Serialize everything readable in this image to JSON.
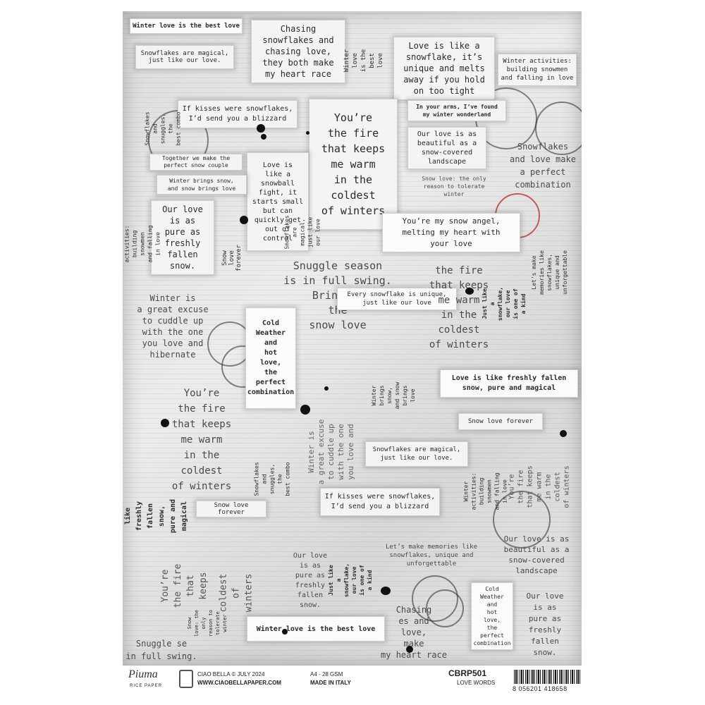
{
  "sheet": {
    "slips": [
      {
        "text": "Winter love is the best love"
      },
      {
        "text": "Snowflakes are magical,\njust like our love."
      },
      {
        "text": "Chasing\nsnowflakes and\nchasing love,\nthey both make\nmy heart race"
      },
      {
        "text": "Love is like a\nsnowflake, it’s\nunique and melts\naway if you hold\non too tight"
      },
      {
        "text": "Winter activities:\nbuilding snowmen\nand falling in love"
      },
      {
        "text": "If kisses were snowflakes,\nI’d send you a blizzard"
      },
      {
        "text": "You’re\nthe fire\nthat keeps\nme warm\nin the\ncoldest\nof winters"
      },
      {
        "text": "In your arms, I’ve found\nmy winter wonderland"
      },
      {
        "text": "Our love is as\nbeautiful as a\nsnow-covered\nlandscape"
      },
      {
        "text": "Snowflakes\nand love make\na perfect\ncombination"
      },
      {
        "text": "Together we make the\nperfect snow couple"
      },
      {
        "text": "Love is\nlike a\nsnowball\nfight, it\nstarts small\nbut can\nquickly get\nout of\ncontrol"
      },
      {
        "text": "Winter brings snow,\nand snow brings love"
      },
      {
        "text": "Snow love: the only\nreason to tolerate\nwinter"
      },
      {
        "text": "Our love\nis as\npure as\nfreshly\nfallen\nsnow."
      },
      {
        "text": "You’re my snow angel,\nmelting my heart with\nyour love"
      },
      {
        "text": "Snuggle season\nis in full swing.\nBring on\nthe\nsnow love"
      },
      {
        "text": "Every snowflake is unique,\njust like our love"
      },
      {
        "text": "Winter is\na great excuse\nto cuddle up\nwith the one\nyou love and\nhibernate"
      },
      {
        "text": "Cold\nWeather\nand\nhot\nlove,\nthe\nperfect\ncombination"
      },
      {
        "text": "the fire\nthat keeps\nme warm\nin the\ncoldest\nof winters"
      },
      {
        "text": "Love is like freshly fallen\nsnow, pure and magical"
      },
      {
        "text": "You’re\nthe fire\nthat keeps\nme warm\nin the\ncoldest\nof winters"
      },
      {
        "text": "Snow love forever"
      },
      {
        "text": "Snowflakes are magical,\njust like our love."
      },
      {
        "text": "Snow love forever"
      },
      {
        "text": "If kisses were snowflakes,\nI’d send you a blizzard"
      },
      {
        "text": "Let’s make memories like\nsnowflakes, unique and\nunforgettable"
      },
      {
        "text": "Our love\nis as\npure as\nfreshly\nfallen\nsnow."
      },
      {
        "text": "Our love is as\nbeautiful as a\nsnow-covered\nlandscape"
      },
      {
        "text": "Cold\nWeather\nand\nhot\nlove,\nthe\nperfect\ncombination"
      },
      {
        "text": "Our love\nis as\npure as\nfreshly\nfallen\nsnow."
      },
      {
        "text": "Winter love is the best love"
      },
      {
        "text": "Chasing\nes and\nlove,\nmake\nmy heart race"
      },
      {
        "text": "Snuggle se\nin full swing."
      }
    ],
    "vertical": [
      {
        "text": "Winter love\nis the best love"
      },
      {
        "text": "Snowflakes\nand\nsnuggles, the\nbest combo"
      },
      {
        "text": "Winter activities:\nbuilding snowmen\nand falling in love"
      },
      {
        "text": "Snow love forever"
      },
      {
        "text": "Snowflakes are magical,\njust like our love"
      },
      {
        "text": "Just like a\nsnowflake,\nour love\nis one of a kind"
      },
      {
        "text": "Let’s make memories like\nsnowflakes, unique and\nunforgettable"
      },
      {
        "text": "Winter brings snow,\nand snow brings love"
      },
      {
        "text": "Snowflakes and\nsnuggles, the\nbest combo"
      },
      {
        "text": "Winter is\na great excuse\nto cuddle up\nwith the one\nyou love and"
      },
      {
        "text": "Love is like freshly fallen\nsnow, pure and magical"
      },
      {
        "text": "You’re\nthe fire\nthat keeps"
      },
      {
        "text": "Snow love: the only\nreason to tolerate\nwinter"
      },
      {
        "text": "coldest\nof winters"
      },
      {
        "text": "Just like a\nsnowflake,\nour love\nis one of a kind"
      },
      {
        "text": "Winter activities:\nbuilding snowmen\nand falling in love"
      },
      {
        "text": "You’re\nthe fire\nthat keeps\nme warm\nin the\ncoldest\nof winters"
      }
    ]
  },
  "footer": {
    "brand": "Piuma",
    "brand_sub": "RICE PAPER",
    "copyright": "CIAO BELLA © JULY 2024",
    "website": "WWW.CIAOBELLAPAPER.COM",
    "format": "A4 - 28 GSM",
    "origin": "MADE IN ITALY",
    "code": "CBRP501",
    "collection": "LOVE WORDS",
    "barcode": "8 056201 418658"
  }
}
